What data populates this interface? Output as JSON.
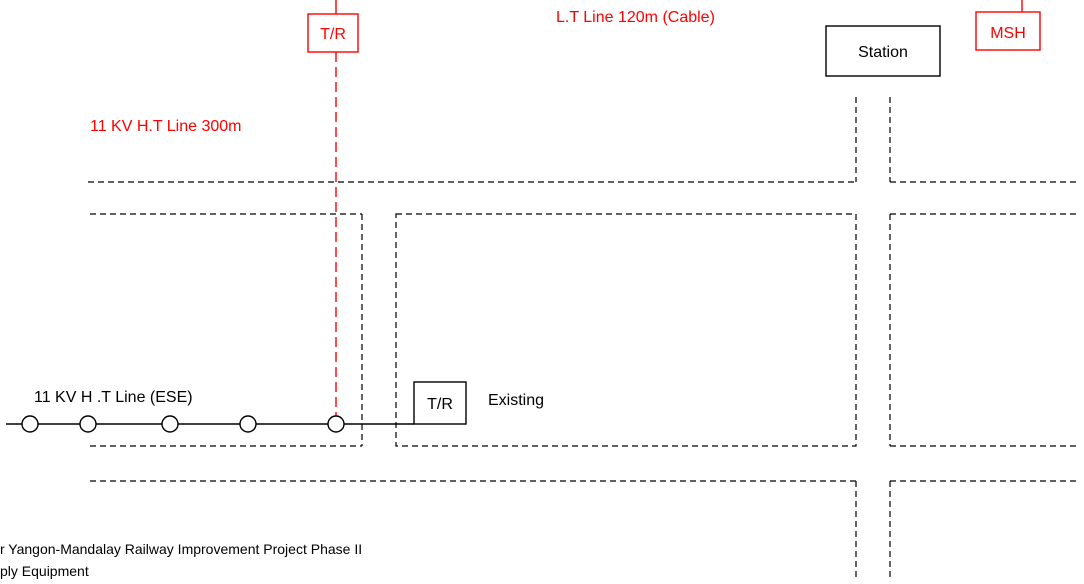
{
  "colors": {
    "black": "#000000",
    "red": "#ff0000"
  },
  "labels": {
    "tr_top": "T/R",
    "lt_line": "L.T Line 120m (Cable)",
    "station": "Station",
    "msh": "MSH",
    "ht_line_new": "11 KV H.T Line  300m",
    "ht_line_existing": "11 KV H .T Line (ESE)",
    "tr_existing": "T/R",
    "existing": "Existing",
    "footer_line1": "r Yangon-Mandalay Railway Improvement Project Phase II",
    "footer_line2": "ply Equipment"
  }
}
